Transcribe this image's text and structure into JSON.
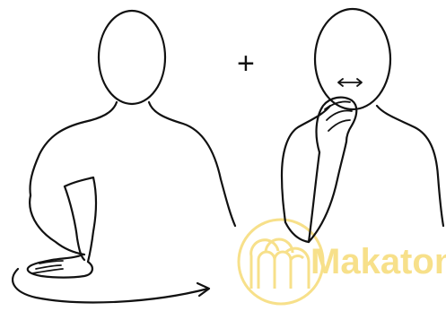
{
  "symbols": {
    "plus": "+"
  },
  "watermark": {
    "text": "Makaton",
    "color": "#f7e08a",
    "icon": "makaton-logo-icon"
  },
  "figures": [
    {
      "name": "left-sign-figure",
      "description_icon": "signer-icon"
    },
    {
      "name": "right-sign-figure",
      "description_icon": "signer-icon"
    }
  ],
  "arrows": {
    "movement": "curved-arrow-icon",
    "mouth": "double-headed-arrow-icon"
  }
}
